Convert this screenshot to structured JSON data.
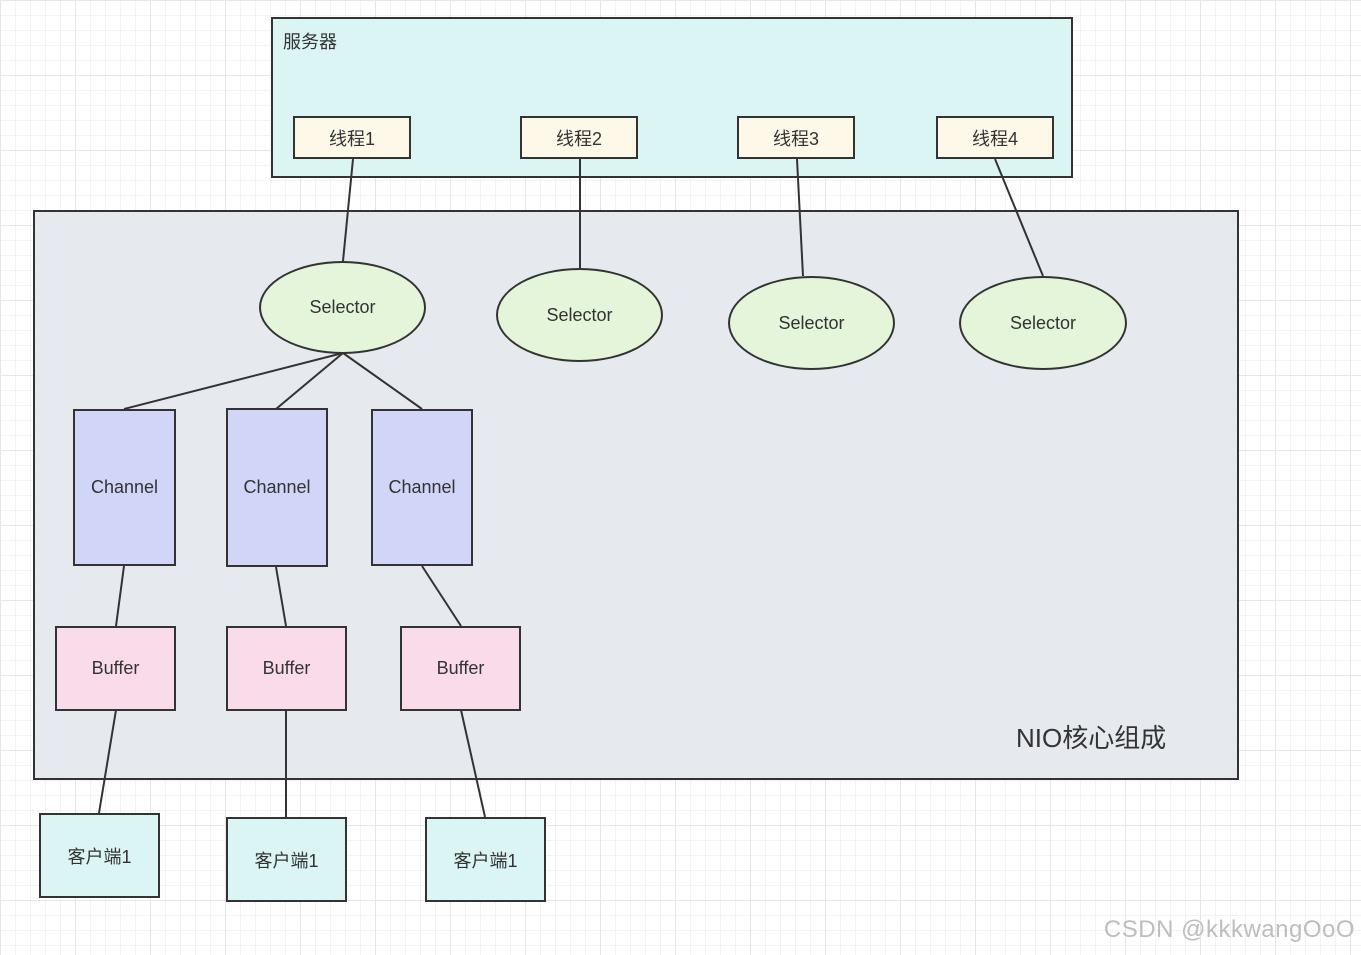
{
  "server": {
    "title": "服务器"
  },
  "threads": [
    {
      "label": "线程1"
    },
    {
      "label": "线程2"
    },
    {
      "label": "线程3"
    },
    {
      "label": "线程4"
    }
  ],
  "nio": {
    "title": "NIO核心组成"
  },
  "selectors": [
    {
      "label": "Selector"
    },
    {
      "label": "Selector"
    },
    {
      "label": "Selector"
    },
    {
      "label": "Selector"
    }
  ],
  "channels": [
    {
      "label": "Channel"
    },
    {
      "label": "Channel"
    },
    {
      "label": "Channel"
    }
  ],
  "buffers": [
    {
      "label": "Buffer"
    },
    {
      "label": "Buffer"
    },
    {
      "label": "Buffer"
    }
  ],
  "clients": [
    {
      "label": "客户端1"
    },
    {
      "label": "客户端1"
    },
    {
      "label": "客户端1"
    }
  ],
  "colors": {
    "server_fill": "#dbf5f5",
    "thread_fill": "#fdf8e8",
    "nio_fill": "#e6e9ee",
    "selector_fill": "#e4f5da",
    "channel_fill": "#d1d5f7",
    "buffer_fill": "#f9dbe9",
    "client_fill": "#dbf5f5",
    "stroke": "#333333"
  },
  "watermark": "CSDN @kkkwangOoO"
}
